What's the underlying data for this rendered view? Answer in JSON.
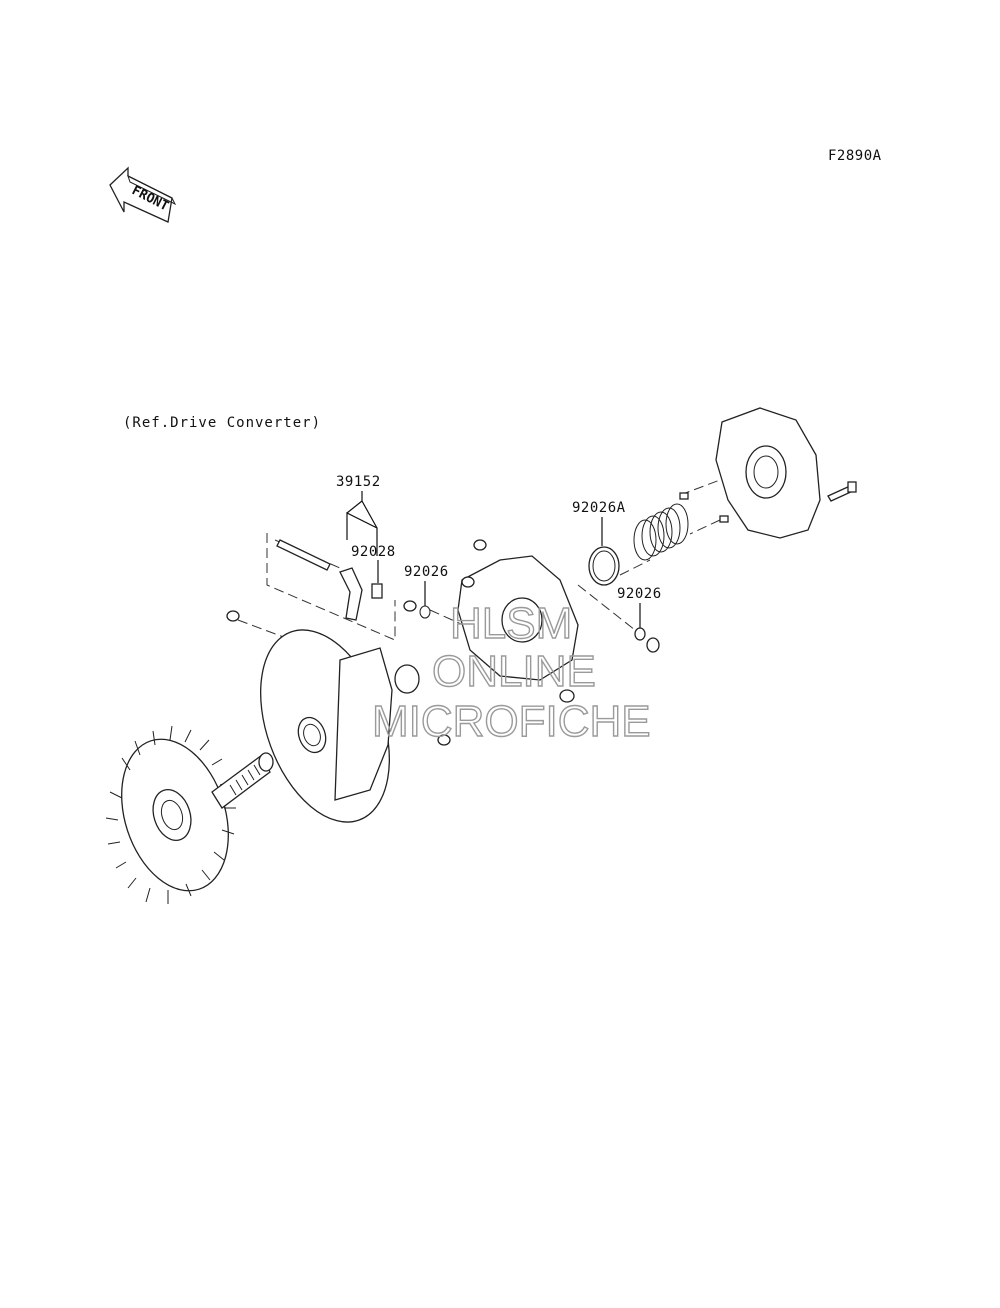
{
  "figure_code": "F2890A",
  "reference_note": "(Ref.Drive Converter)",
  "front_arrow": {
    "text": "FRONT",
    "icon": "front-arrow-icon"
  },
  "part_labels": {
    "p39152": "39152",
    "p92028": "92028",
    "p92026_left": "92026",
    "p92026A": "92026A",
    "p92026_right": "92026"
  },
  "watermark": {
    "line1": "HLSM",
    "line2": "ONLINE",
    "line3": "MICROFICHE"
  }
}
